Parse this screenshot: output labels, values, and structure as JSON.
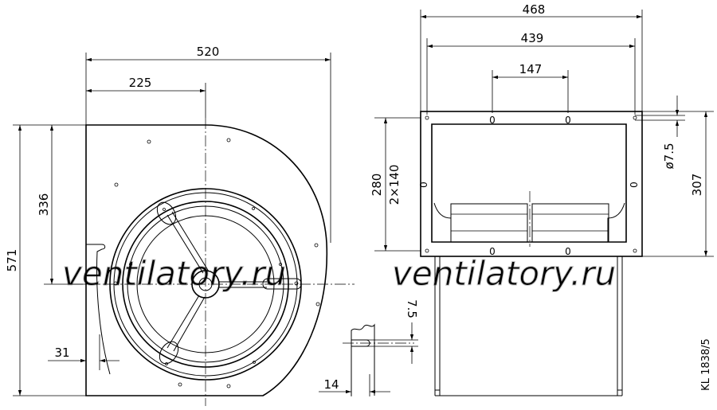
{
  "drawing": {
    "front_view": {
      "width_overall": "520",
      "width_to_center": "225",
      "height_overall": "571",
      "height_to_center": "336",
      "outlet_offset": "31"
    },
    "side_view": {
      "width_overall": "468",
      "width_holes": "439",
      "hole_spacing": "147",
      "height_flange": "307",
      "outlet_height": "280",
      "outlet_width": "2×140",
      "hole_diameter": "ø7.5",
      "hole_marks": [
        "0",
        "0",
        "0",
        "0",
        "0",
        "0"
      ]
    },
    "detail": {
      "slot_width": "7.5",
      "slot_depth": "14"
    },
    "drawing_code": "KL 1838/5",
    "watermarks": [
      "ventilatory.ru",
      "ventilatory.ru"
    ]
  }
}
